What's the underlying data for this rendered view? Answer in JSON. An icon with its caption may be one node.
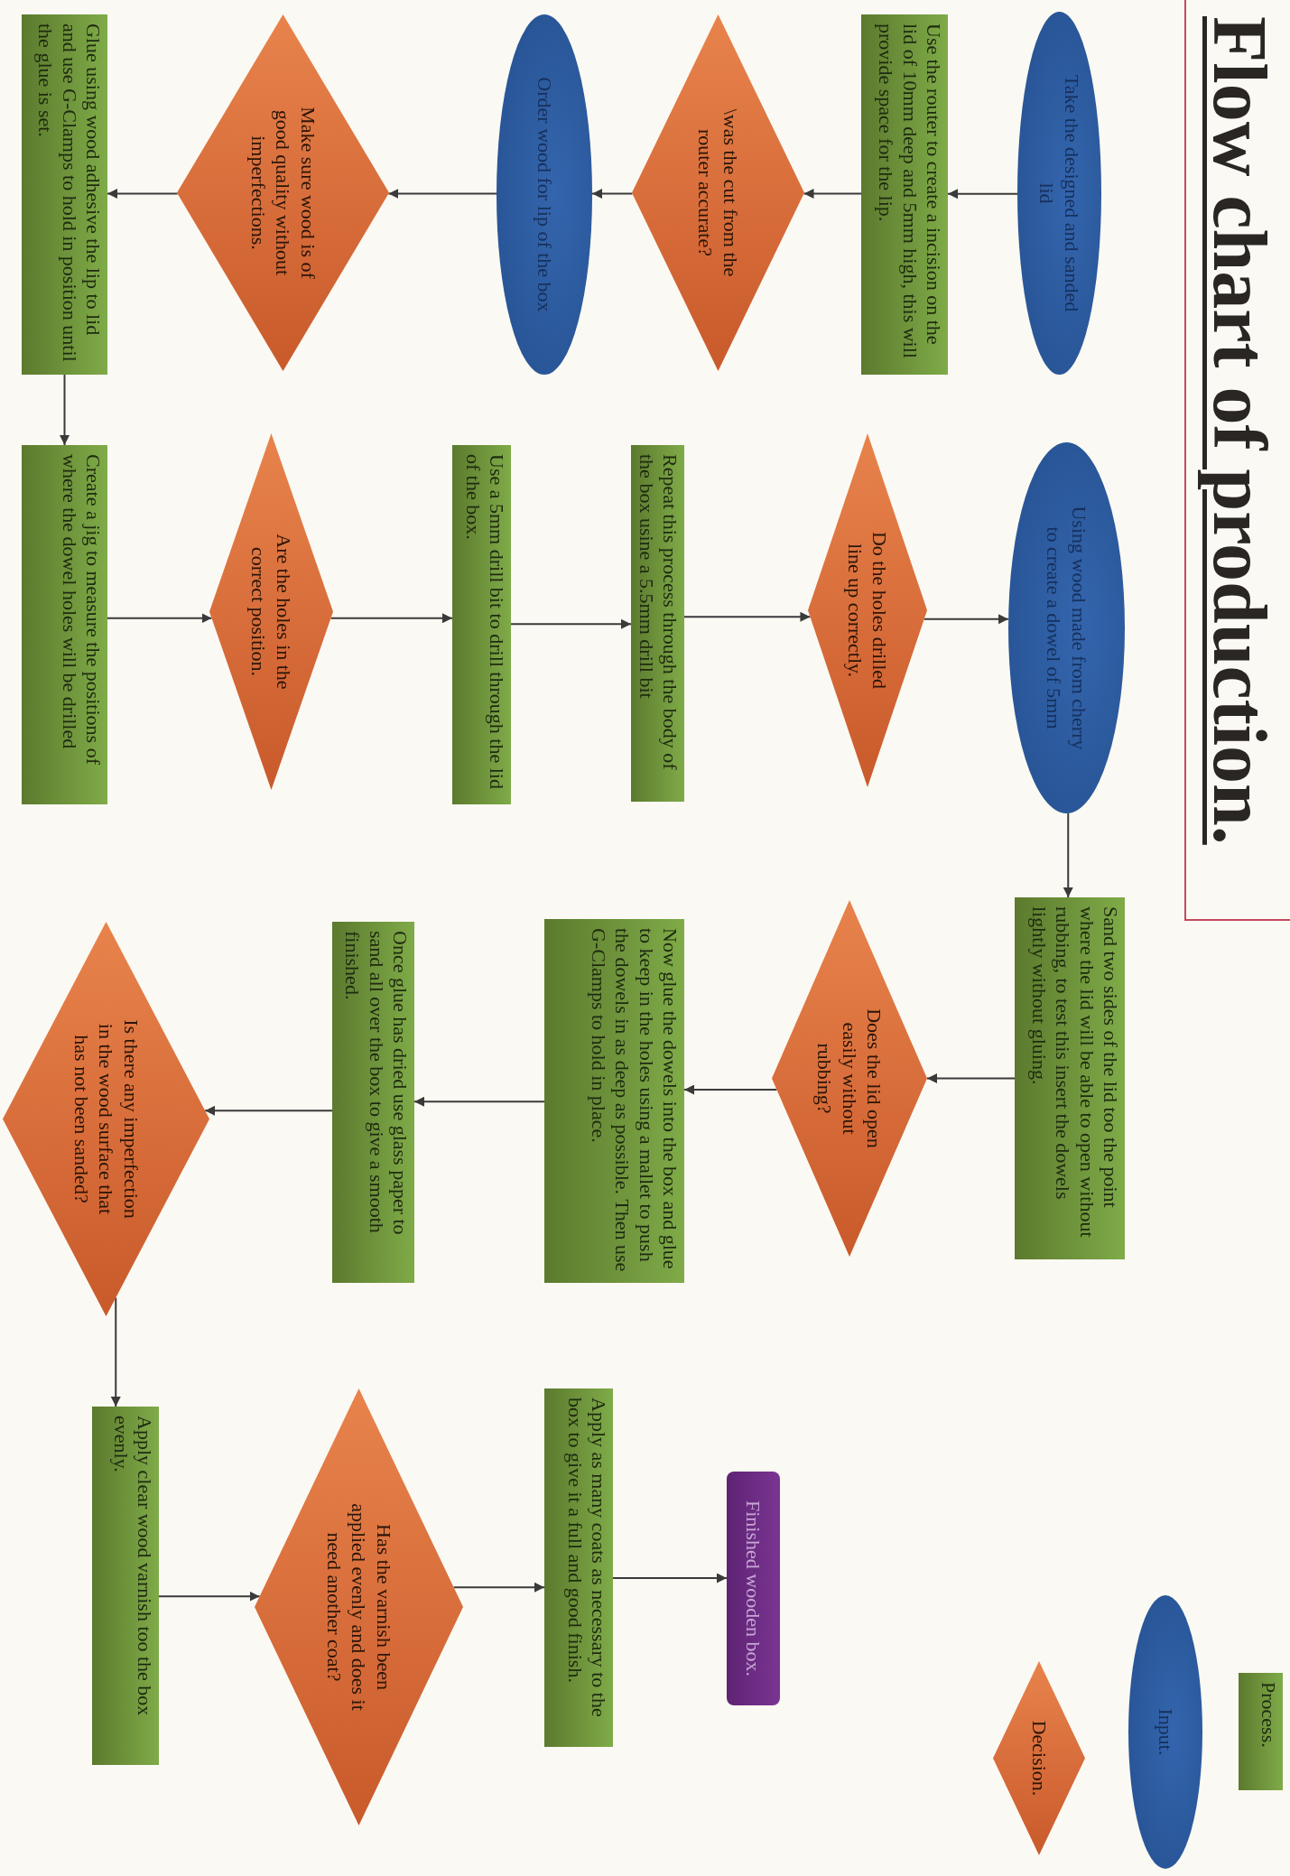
{
  "diagram": {
    "title": "Flow chart of production.",
    "nodes": [
      {
        "text": [
          "Take the designed and sanded lid"
        ]
      },
      {
        "text": [
          "Use the router to create a incision on the lid of 10mm deep and 5mm high, this will provide space for the lip."
        ]
      },
      {
        "text": [
          "\\was the cut from the router accurate?"
        ]
      },
      {
        "text": [
          "Order wood for lip of the box"
        ]
      },
      {
        "text": [
          "Make sure wood is of good quality without imperfections."
        ]
      },
      {
        "text": [
          "Glue using wood adhesive the lip to lid and use G-Clamps to hold in position until the glue is set."
        ]
      },
      {
        "text": [
          "Create a jig to measure the positions of where the dowel holes will be drilled"
        ]
      },
      {
        "text": [
          "Are the holes in the correct position."
        ]
      },
      {
        "text": [
          "Use a 5mm drill bit to drill through the lid of the box."
        ]
      },
      {
        "text": [
          "Repeat this process through the body of the box usine a 5.5mm drill bit"
        ]
      },
      {
        "text": [
          "Do the holes drilled line up correctly."
        ]
      },
      {
        "text": [
          "Using wood made from cherry to create a dowel of 5mm"
        ]
      },
      {
        "text": [
          "Sand two sides of the lid too the point where the lid will be able to open without rubbing, to test this insert the dowels lightly without gluing."
        ]
      },
      {
        "text": [
          "Does the lid open easily without rubbing?"
        ]
      },
      {
        "text": [
          "Now glue the dowels into the box and glue to keep in the holes using a mallet to push the dowels in as deep as possible. Then use G-Clamps to hold in place."
        ]
      },
      {
        "text": [
          "Once glue has dried use glass paper to sand all over the box to give a smooth finished."
        ]
      },
      {
        "text": [
          "Is there any imperfection in the wood surface that has not been sanded?"
        ]
      },
      {
        "text": [
          "Apply clear wood varnish too the box evenly."
        ]
      },
      {
        "text": [
          "Has the varnish been applied evenly and does it need another coat?"
        ]
      },
      {
        "text": [
          "Apply as many coats as necessary to the box to give it a full and good finish."
        ]
      },
      {
        "text": [
          "Finished wooden box."
        ]
      },
      {
        "text": [
          "Process."
        ]
      },
      {
        "text": [
          "Input."
        ]
      },
      {
        "text": [
          "Decision."
        ]
      }
    ],
    "edges": [
      {
        "from": 0,
        "to": 1,
        "arrow": "to"
      },
      {
        "from": 1,
        "to": 2,
        "arrow": "to"
      },
      {
        "from": 2,
        "to": 3,
        "arrow": "to"
      },
      {
        "from": 3,
        "to": 4,
        "arrow": "to"
      },
      {
        "from": 4,
        "to": 5,
        "arrow": "to"
      },
      {
        "from": 5,
        "to": 6,
        "arrow": "to"
      },
      {
        "from": 6,
        "to": 7,
        "arrow": "to"
      },
      {
        "from": 7,
        "to": 8,
        "arrow": "to"
      },
      {
        "from": 8,
        "to": 9,
        "arrow": "to"
      },
      {
        "from": 9,
        "to": 10,
        "arrow": "to"
      },
      {
        "from": 10,
        "to": 11,
        "arrow": "to"
      },
      {
        "from": 11,
        "to": 12,
        "arrow": "to"
      },
      {
        "from": 12,
        "to": 13,
        "arrow": "to"
      },
      {
        "from": 13,
        "to": 14,
        "arrow": "to"
      },
      {
        "from": 14,
        "to": 15,
        "arrow": "to"
      },
      {
        "from": 15,
        "to": 16,
        "arrow": "to"
      },
      {
        "from": 16,
        "to": 17,
        "arrow": "to"
      },
      {
        "from": 17,
        "to": 18,
        "arrow": "to"
      },
      {
        "from": 18,
        "to": 19,
        "arrow": "to"
      },
      {
        "from": 19,
        "to": 20,
        "arrow": "to"
      }
    ]
  }
}
